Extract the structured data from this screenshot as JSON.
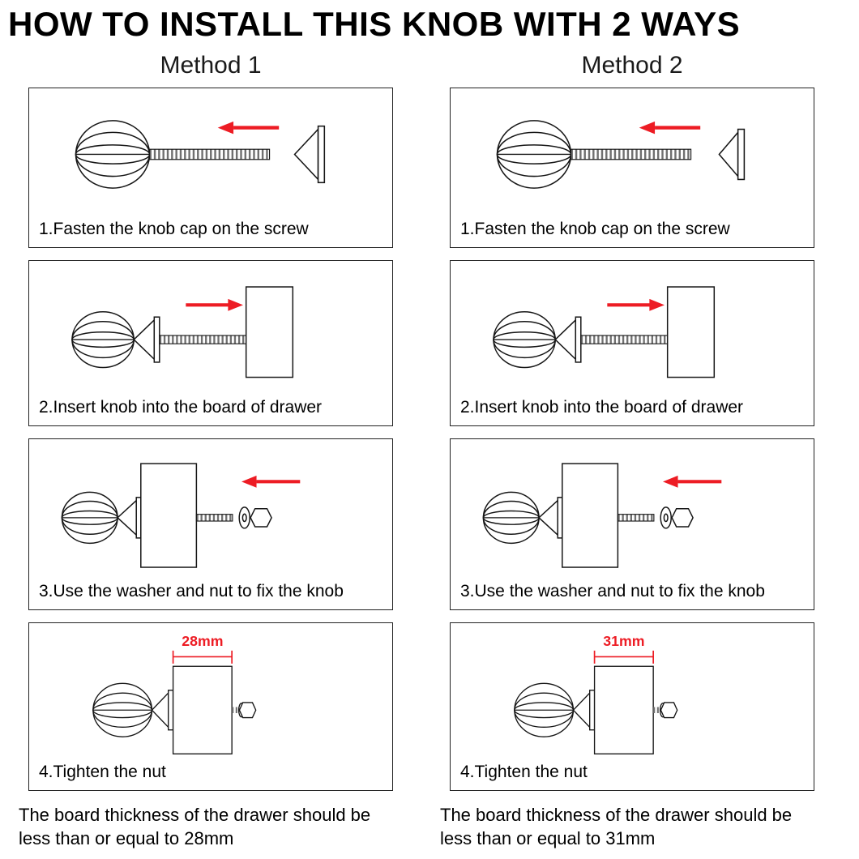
{
  "title": "HOW TO INSTALL THIS KNOB WITH 2 WAYS",
  "colors": {
    "accent_red": "#ed1c24",
    "ink": "#111111"
  },
  "methods": [
    {
      "heading": "Method 1",
      "steps": [
        {
          "caption": "1.Fasten the knob cap on the screw"
        },
        {
          "caption": "2.Insert knob into the board of drawer"
        },
        {
          "caption": "3.Use the washer and nut to fix the knob"
        },
        {
          "caption": "4.Tighten the nut"
        }
      ],
      "board_thickness_label": "28mm",
      "footnote": "The board thickness of the drawer should be less than or equal to 28mm"
    },
    {
      "heading": "Method 2",
      "steps": [
        {
          "caption": "1.Fasten the knob cap on the screw"
        },
        {
          "caption": "2.Insert knob into the board of drawer"
        },
        {
          "caption": "3.Use the washer and nut to fix the knob"
        },
        {
          "caption": "4.Tighten the nut"
        }
      ],
      "board_thickness_label": "31mm",
      "footnote": "The board thickness of the drawer should be less than or equal to 31mm"
    }
  ]
}
